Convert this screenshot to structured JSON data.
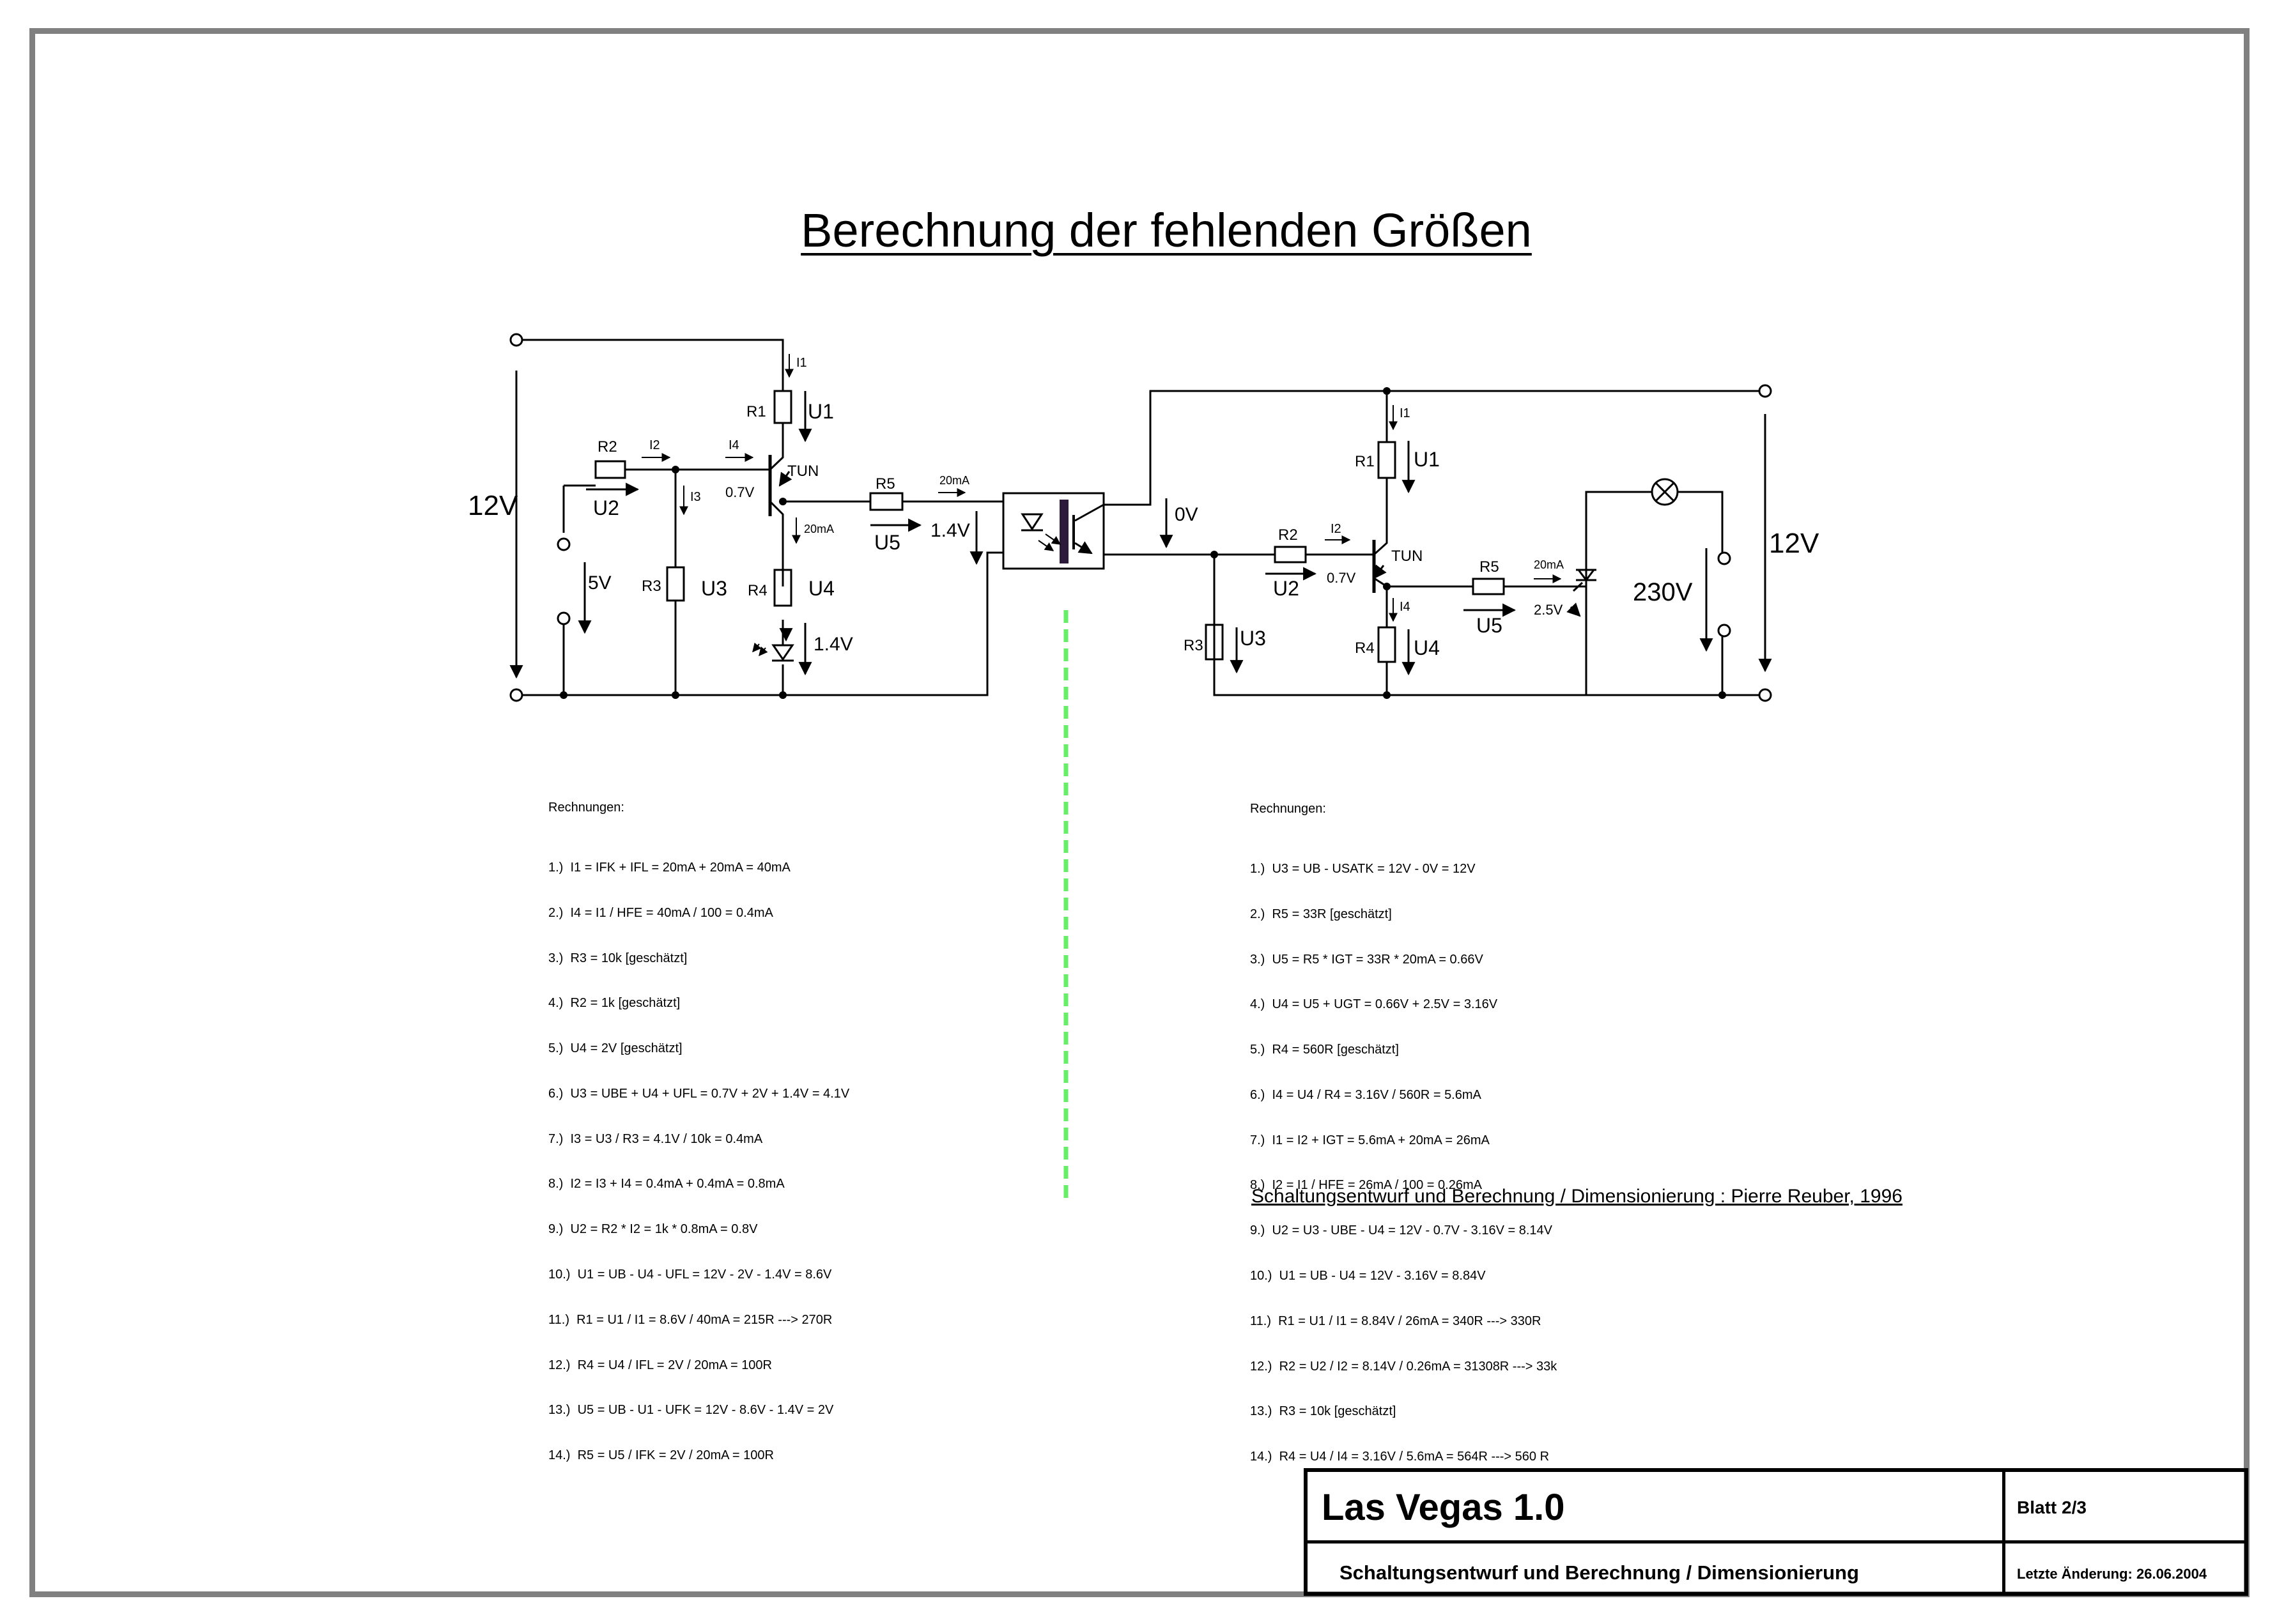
{
  "title": "Berechnung der fehlenden Größen",
  "left_circuit": {
    "supply": "12V",
    "input": "5V",
    "components": {
      "R1": "R1",
      "R2": "R2",
      "R3": "R3",
      "R4": "R4",
      "R5": "R5",
      "transistor": "TUN"
    },
    "labels": {
      "I1": "I1",
      "I2": "I2",
      "I3": "I3",
      "I4": "I4",
      "U1": "U1",
      "U2": "U2",
      "U3": "U3",
      "U4": "U4",
      "U5": "U5",
      "vbe": "0.7V",
      "i_led": "20mA",
      "i_r5": "20mA",
      "u_led": "1.4V",
      "u_opto": "1.4V"
    }
  },
  "right_circuit": {
    "supply": "12V",
    "mains": "230V",
    "opto_out": "0V",
    "components": {
      "R1": "R1",
      "R2": "R2",
      "R3": "R3",
      "R4": "R4",
      "R5": "R5",
      "transistor": "TUN"
    },
    "labels": {
      "I1": "I1",
      "I2": "I2",
      "I4": "I4",
      "U1": "U1",
      "U2": "U2",
      "U3": "U3",
      "U4": "U4",
      "U5": "U5",
      "vbe": "0.7V",
      "i_gate": "20mA",
      "u_gate": "2.5V"
    }
  },
  "calc_left": {
    "heading": "Rechnungen:",
    "lines": [
      "1.)  I1 = IFK + IFL = 20mA + 20mA = 40mA",
      "2.)  I4 = I1 / HFE = 40mA / 100 = 0.4mA",
      "3.)  R3 = 10k [geschätzt]",
      "4.)  R2 = 1k [geschätzt]",
      "5.)  U4 = 2V [geschätzt]",
      "6.)  U3 = UBE + U4 + UFL = 0.7V + 2V + 1.4V = 4.1V",
      "7.)  I3 = U3 / R3 = 4.1V / 10k = 0.4mA",
      "8.)  I2 = I3 + I4 = 0.4mA + 0.4mA = 0.8mA",
      "9.)  U2 = R2 * I2 = 1k * 0.8mA = 0.8V",
      "10.)  U1 = UB - U4 - UFL = 12V - 2V - 1.4V = 8.6V",
      "11.)  R1 = U1 / I1 = 8.6V / 40mA = 215R ---> 270R",
      "12.)  R4 = U4 / IFL = 2V / 20mA = 100R",
      "13.)  U5 = UB - U1 - UFK = 12V - 8.6V - 1.4V = 2V",
      "14.)  R5 = U5 / IFK = 2V / 20mA = 100R"
    ]
  },
  "calc_right": {
    "heading": "Rechnungen:",
    "lines": [
      "1.)  U3 = UB - USATK = 12V - 0V = 12V",
      "2.)  R5 = 33R [geschätzt]",
      "3.)  U5 = R5 * IGT = 33R * 20mA = 0.66V",
      "4.)  U4 = U5 + UGT = 0.66V + 2.5V = 3.16V",
      "5.)  R4 = 560R [geschätzt]",
      "6.)  I4 = U4 / R4 = 3.16V / 560R = 5.6mA",
      "7.)  I1 = I2 + IGT = 5.6mA + 20mA = 26mA",
      "8.)  I2 = I1 / HFE = 26mA / 100 = 0.26mA",
      "9.)  U2 = U3 - UBE - U4 = 12V - 0.7V - 3.16V = 8.14V",
      "10.)  U1 = UB - U4 = 12V - 3.16V = 8.84V",
      "11.)  R1 = U1 / I1 = 8.84V / 26mA = 340R ---> 330R",
      "12.)  R2 = U2 / I2 = 8.14V / 0.26mA = 31308R ---> 33k",
      "13.)  R3 = 10k [geschätzt]",
      "14.)  R4 = U4 / I4 = 3.16V / 5.6mA = 564R ---> 560 R"
    ]
  },
  "credit": "Schaltungsentwurf und Berechnung / Dimensionierung : Pierre Reuber, 1996",
  "title_block": {
    "project": "Las Vegas 1.0",
    "sheet": "Blatt 2/3",
    "description": "Schaltungsentwurf und Berechnung / Dimensionierung",
    "last_change": "Letzte Änderung: 26.06.2004"
  },
  "colors": {
    "frame": "#808080",
    "isolation_line": "#66ee66",
    "opto_body": "#2b1a3a",
    "ink": "#000000"
  }
}
